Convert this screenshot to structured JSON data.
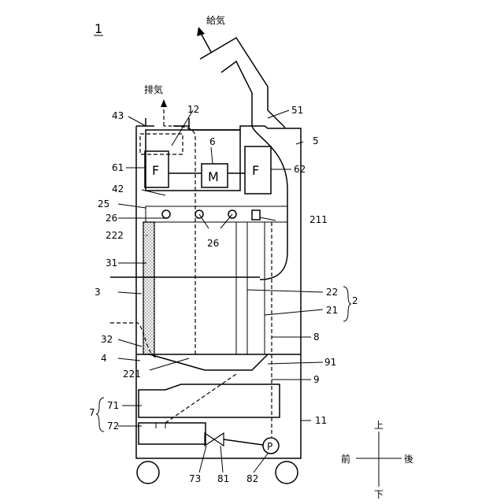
{
  "figure": {
    "number": "1",
    "directions": {
      "up": "上",
      "down": "下",
      "front": "前",
      "back": "後"
    },
    "flow_labels": {
      "supply": "給気",
      "exhaust": "排気"
    },
    "component_letters": {
      "fan": "F",
      "motor": "M",
      "pump": "P"
    },
    "labels": {
      "l43": "43",
      "l12": "12",
      "l51": "51",
      "l5": "5",
      "l6": "6",
      "l61": "61",
      "l62": "62",
      "l42": "42",
      "l25": "25",
      "l26a": "26",
      "l26b": "26",
      "l211": "211",
      "l222": "222",
      "l31": "31",
      "l3": "3",
      "l22": "22",
      "l2": "2",
      "l21": "21",
      "l8": "8",
      "l32": "32",
      "l4": "4",
      "l221": "221",
      "l91": "91",
      "l9": "9",
      "l7": "7",
      "l71": "71",
      "l72": "72",
      "l11": "11",
      "l73": "73",
      "l81": "81",
      "l82": "82"
    }
  }
}
